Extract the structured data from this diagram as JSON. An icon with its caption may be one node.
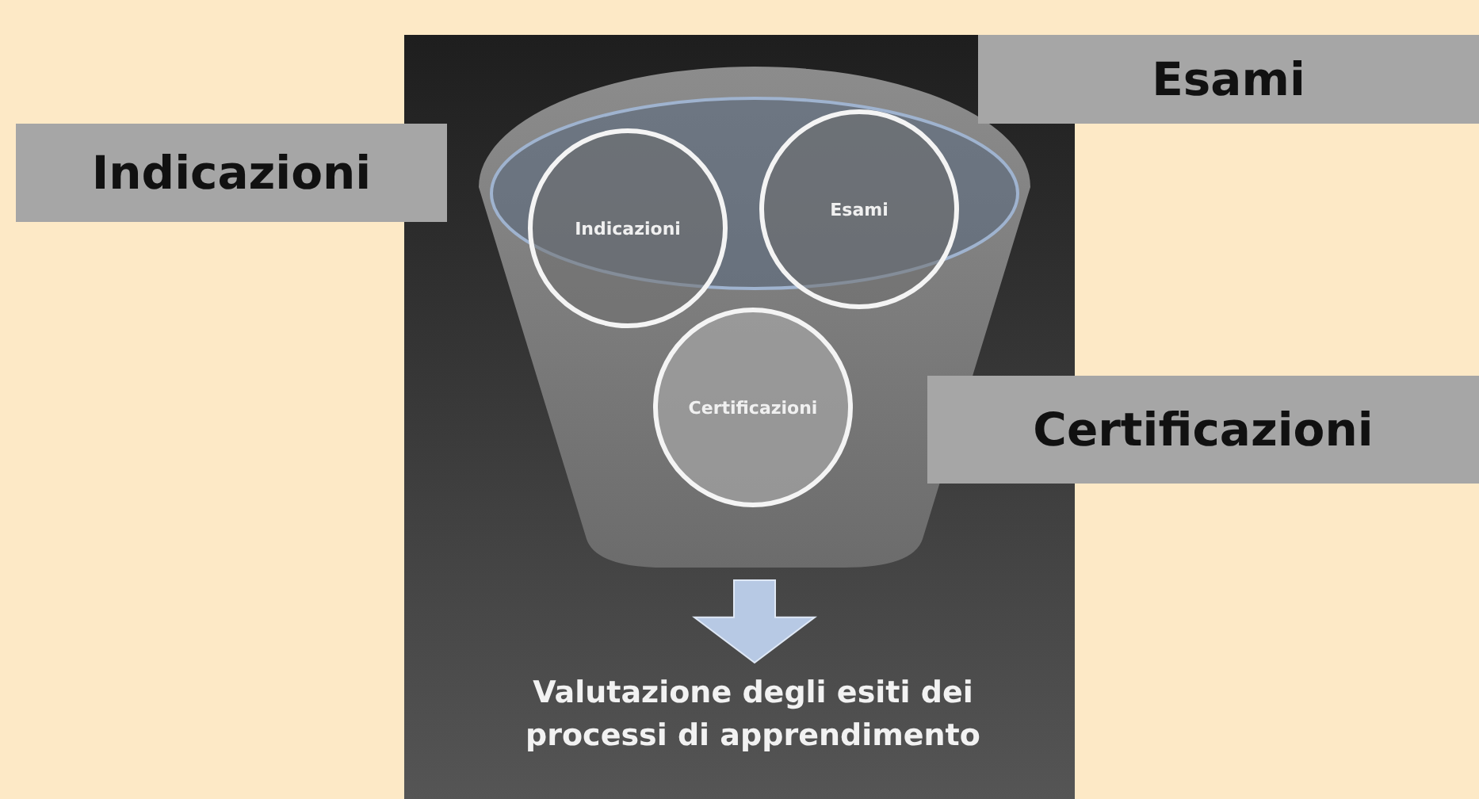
{
  "diagram": {
    "nodes": [
      {
        "text": [],
        "shape": "funnel"
      },
      {
        "text": [
          "Indicazioni"
        ],
        "in": 0
      },
      {
        "text": [
          "Esami"
        ],
        "in": 0
      },
      {
        "text": [
          "Certificazioni"
        ],
        "in": 0
      },
      {
        "text": [
          "Valutazione degli esiti dei processi di apprendimento"
        ]
      },
      {
        "text": [
          "Indicazioni"
        ]
      },
      {
        "text": [
          "Esami"
        ]
      },
      {
        "text": [
          "Certificazioni"
        ]
      }
    ],
    "edges": [
      {
        "from": 0,
        "to": 4,
        "arrow": "to"
      }
    ]
  }
}
